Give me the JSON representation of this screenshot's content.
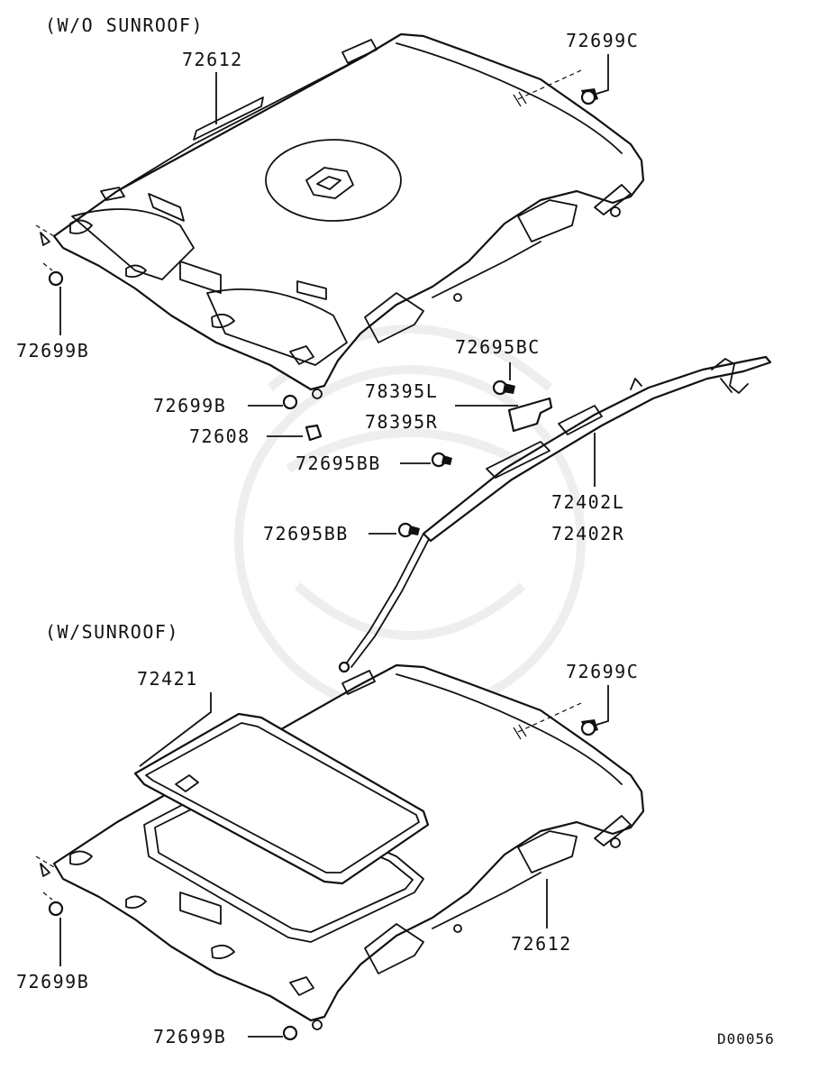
{
  "sections": {
    "without_sunroof": "(W/O SUNROOF)",
    "with_sunroof": "(W/SUNROOF)"
  },
  "callouts": {
    "top_headlining": "72612",
    "top_clip_c": "72699C",
    "top_clip_b_left": "72699B",
    "top_clip_b_front": "72699B",
    "part_72608": "72608",
    "clip_bc": "72695BC",
    "handle_l": "78395L",
    "handle_r": "78395R",
    "clip_bb_1": "72695BB",
    "clip_bb_2": "72695BB",
    "rail_l": "72402L",
    "rail_r": "72402R",
    "sunroof_trim": "72421",
    "bottom_clip_c": "72699C",
    "bottom_headlining": "72612",
    "bottom_clip_b_left": "72699B",
    "bottom_clip_b_front": "72699B"
  },
  "diagram_code": "D00056"
}
